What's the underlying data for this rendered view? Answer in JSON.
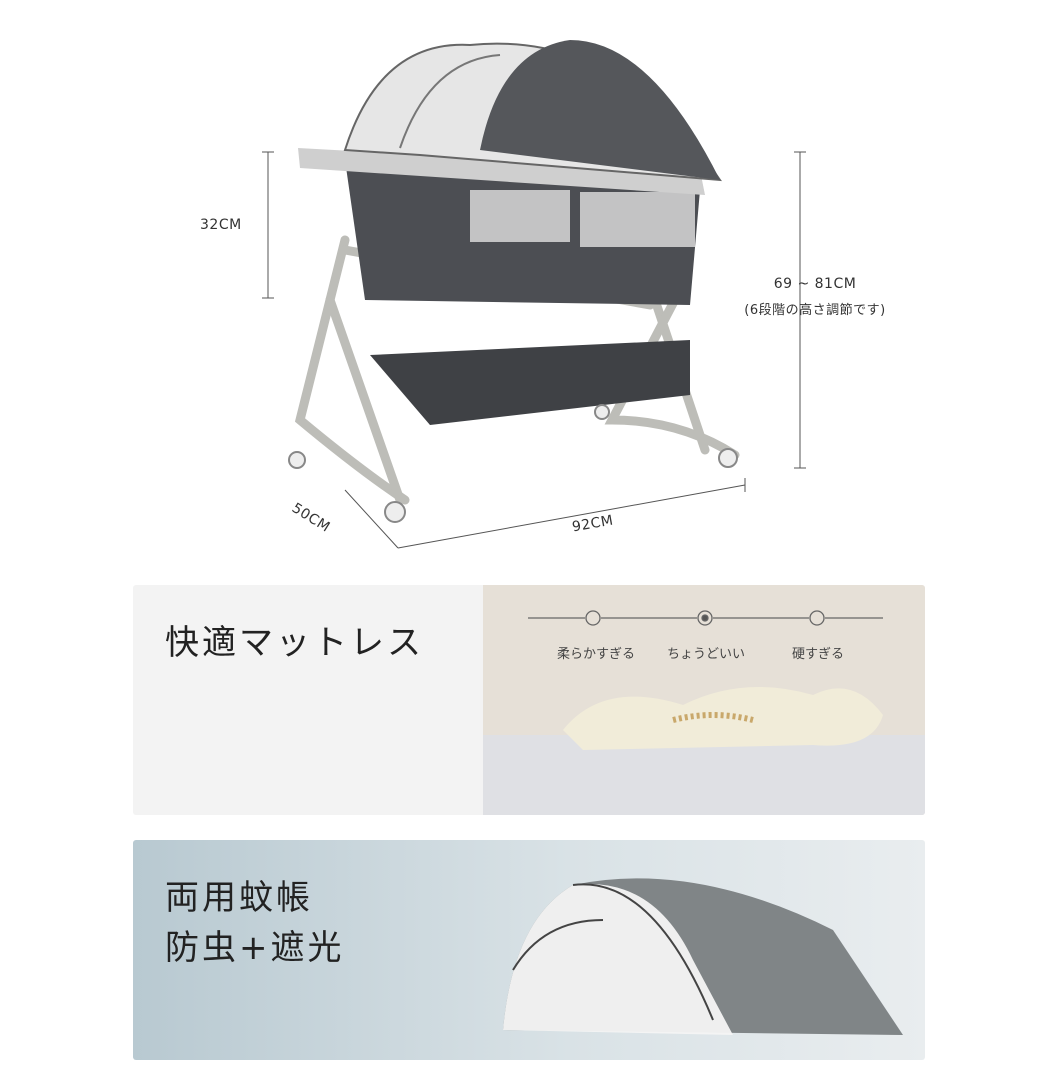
{
  "dimensions": {
    "bed_depth": "32CM",
    "height_range": "69 ~ 81CM",
    "height_note": "(6段階の高さ調節です)",
    "width": "50CM",
    "length": "92CM"
  },
  "mattress_panel": {
    "title": "快適マットレス",
    "firmness_levels": [
      "柔らかすぎる",
      "ちょうどいい",
      "硬すぎる"
    ],
    "selected_level": "ちょうどいい"
  },
  "net_panel": {
    "title_line1": "両用蚊帳",
    "title_line2": "防虫+遮光"
  },
  "colors": {
    "fabric": "#4a4c50",
    "frame": "#c8c8c4",
    "mattress_bg": "#e6e0d7",
    "net_bg": "#b8c9d1"
  }
}
